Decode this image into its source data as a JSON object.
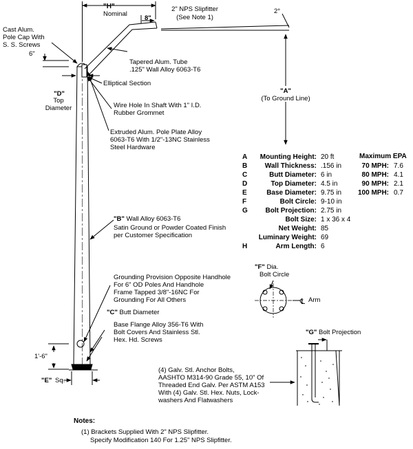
{
  "dims": {
    "h": "\"H\"",
    "nominal": "Nominal",
    "eight": "8\"",
    "deg": "2°",
    "six": "6\"",
    "d": "\"D\"",
    "d_sub": [
      "Top",
      "Diameter"
    ],
    "a": "\"A\"",
    "a_sub": "(To Ground Line)",
    "one_six": "1'-6\"",
    "e": "\"E\"",
    "e_sub": "Sq.",
    "f": "\"F\"",
    "f_sub": [
      "Dia.",
      "Bolt Circle"
    ],
    "arm": "Arm",
    "g": "\"G\"",
    "g_sub": "Bolt Projection"
  },
  "callouts": {
    "slipfitter": [
      "2\" NPS Slipfitter",
      "(See Note 1)"
    ],
    "pole_cap": [
      "Cast Alum.",
      "Pole Cap With",
      "S. S. Screws"
    ],
    "tapered_tube": [
      "Tapered Alum. Tube",
      ".125\" Wall Alloy 6063-T6"
    ],
    "elliptical": "Elliptical Section",
    "wire_hole": [
      "Wire Hole In Shaft With 1\" I.D.",
      "Rubber Grommet"
    ],
    "pole_plate": [
      "Extruded Alum. Pole Plate Alloy",
      "6063-T6 With 1/2\"-13NC Stainless",
      "Steel Hardware"
    ],
    "b_bold": "\"B\"",
    "b_wall": " Wall Alloy 6063-T6",
    "b_lines": [
      "Satin Ground or Powder Coated Finish",
      "per Customer Specification"
    ],
    "grounding": [
      "Grounding Provision Opposite Handhole",
      "For 6\" OD Poles And Handhole",
      "Frame Tapped 3/8\"-16NC For",
      "Grounding For All Others"
    ],
    "c_bold": "\"C\"",
    "c_rest": " Butt Diameter",
    "base_flange": [
      "Base Flange Alloy 356-T6 With",
      "Bolt Covers And Stainless Stl.",
      "Hex. Hd. Screws"
    ],
    "anchor": [
      "(4) Galv. Stl. Anchor Bolts,",
      "AASHTO M314-90 Grade 55, 10\" Of",
      "Threaded End Galv. Per ASTM A153",
      "With (4) Galv. Stl. Hex. Nuts, Lock-",
      "washers And Flatwashers"
    ]
  },
  "specs": [
    {
      "letter": "A",
      "label": "Mounting Height:",
      "value": "20 ft"
    },
    {
      "letter": "B",
      "label": "Wall Thickness:",
      "value": ".156 in"
    },
    {
      "letter": "C",
      "label": "Butt Diameter:",
      "value": "6 in"
    },
    {
      "letter": "D",
      "label": "Top Diameter:",
      "value": "4.5 in"
    },
    {
      "letter": "E",
      "label": "Base Diameter:",
      "value": "9.75 in"
    },
    {
      "letter": "F",
      "label": "Bolt Circle:",
      "value": "9-10 in"
    },
    {
      "letter": "G",
      "label": "Bolt Projection:",
      "value": "2.75 in"
    },
    {
      "letter": "",
      "label": "Bolt Size:",
      "value": "1 x 36 x 4"
    },
    {
      "letter": "",
      "label": "Net Weight:",
      "value": "85"
    },
    {
      "letter": "",
      "label": "Luminary Weight:",
      "value": "69"
    },
    {
      "letter": "H",
      "label": "Arm Length:",
      "value": "6"
    }
  ],
  "epa": {
    "title": "Maximum EPA",
    "rows": [
      {
        "label": "70 MPH:",
        "value": "7.6"
      },
      {
        "label": "80 MPH:",
        "value": "4.1"
      },
      {
        "label": "90 MPH:",
        "value": "2.1"
      },
      {
        "label": "100 MPH:",
        "value": "0.7"
      }
    ]
  },
  "notes": {
    "title": "Notes:",
    "lines": [
      "(1) Brackets Supplied With 2\" NPS Slipfitter.",
      "Specify Modification 140 For 1.25\" NPS Slipfitter."
    ]
  }
}
